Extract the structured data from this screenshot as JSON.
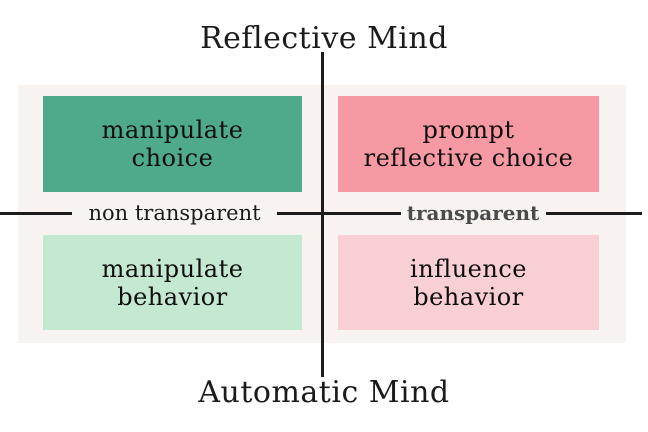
{
  "diagram": {
    "title_top": "Reflective Mind",
    "title_bottom": "Automatic Mind",
    "axis_left_label": "non transparent",
    "axis_right_label": "transparent",
    "quadrants": {
      "top_left": {
        "label": "manipulate\nchoice",
        "color": "#4faa8c"
      },
      "top_right": {
        "label": "prompt\nreflective choice",
        "color": "#f799a3"
      },
      "bottom_left": {
        "label": "manipulate\nbehavior",
        "color": "#c5e8d0"
      },
      "bottom_right": {
        "label": "influence\nbehavior",
        "color": "#f8cfd2"
      }
    },
    "colors": {
      "page_background": "#ffffff",
      "panel_background": "#f8f3f1",
      "axis_line": "#1c1c1c",
      "text": "#161616",
      "axis_right_label_color": "#4a4a4a"
    }
  }
}
